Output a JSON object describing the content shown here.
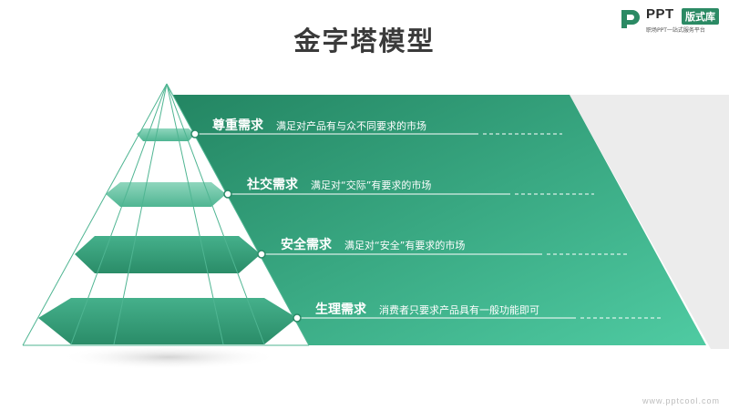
{
  "slide": {
    "title": "金字塔模型",
    "watermark": "www.pptcool.com"
  },
  "logo": {
    "brand": "PPT",
    "badge": "版式库",
    "tagline": "职场PPT一站式服务平台"
  },
  "colors": {
    "teal_dark": "#2a8a67",
    "teal_light": "#4ec9a0",
    "title_text": "#3a3a3a",
    "panel_shadow": "#ececec"
  },
  "levels": [
    {
      "heading": "尊重需求",
      "description": "满足对产品有与众不同要求的市场"
    },
    {
      "heading": "社交需求",
      "description": "满足对“交际”有要求的市场"
    },
    {
      "heading": "安全需求",
      "description": "满足对“安全”有要求的市场"
    },
    {
      "heading": "生理需求",
      "description": "消费者只要求产品具有一般功能即可"
    }
  ]
}
